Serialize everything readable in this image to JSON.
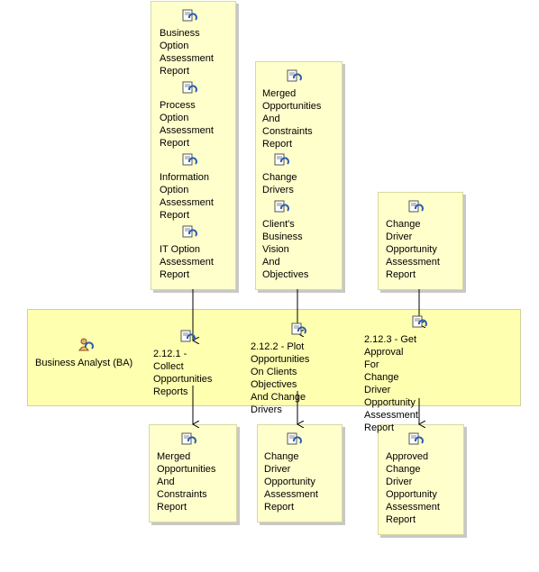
{
  "role": {
    "label": "Business Analyst (BA)"
  },
  "inputs": {
    "box1": [
      "Business\nOption\nAssessment\nReport",
      "Process\nOption\nAssessment\nReport",
      "Information\nOption\nAssessment\nReport",
      "IT Option\nAssessment\nReport"
    ],
    "box2": [
      "Merged\nOpportunities\nAnd\nConstraints\nReport",
      "Change\nDrivers",
      "Client's\nBusiness\nVision\nAnd\nObjectives"
    ],
    "box3": [
      "Change\nDriver\nOpportunity\nAssessment\nReport"
    ]
  },
  "tasks": [
    "2.12.1 - Collect\nOpportunities\nReports",
    "2.12.2 - Plot\nOpportunities\nOn Clients Objectives\nAnd Change Drivers",
    "2.12.3 - Get\nApproval For\nChange Driver\nOpportunity Assessment\nReport"
  ],
  "outputs": [
    "Merged\nOpportunities\nAnd\nConstraints\nReport",
    "Change\nDriver\nOpportunity\nAssessment\nReport",
    "Approved\nChange\nDriver\nOpportunity\nAssessment\nReport"
  ],
  "colors": {
    "box": "#ffffcc",
    "lane": "#ffffb0",
    "icon_blue": "#2a5db0"
  }
}
